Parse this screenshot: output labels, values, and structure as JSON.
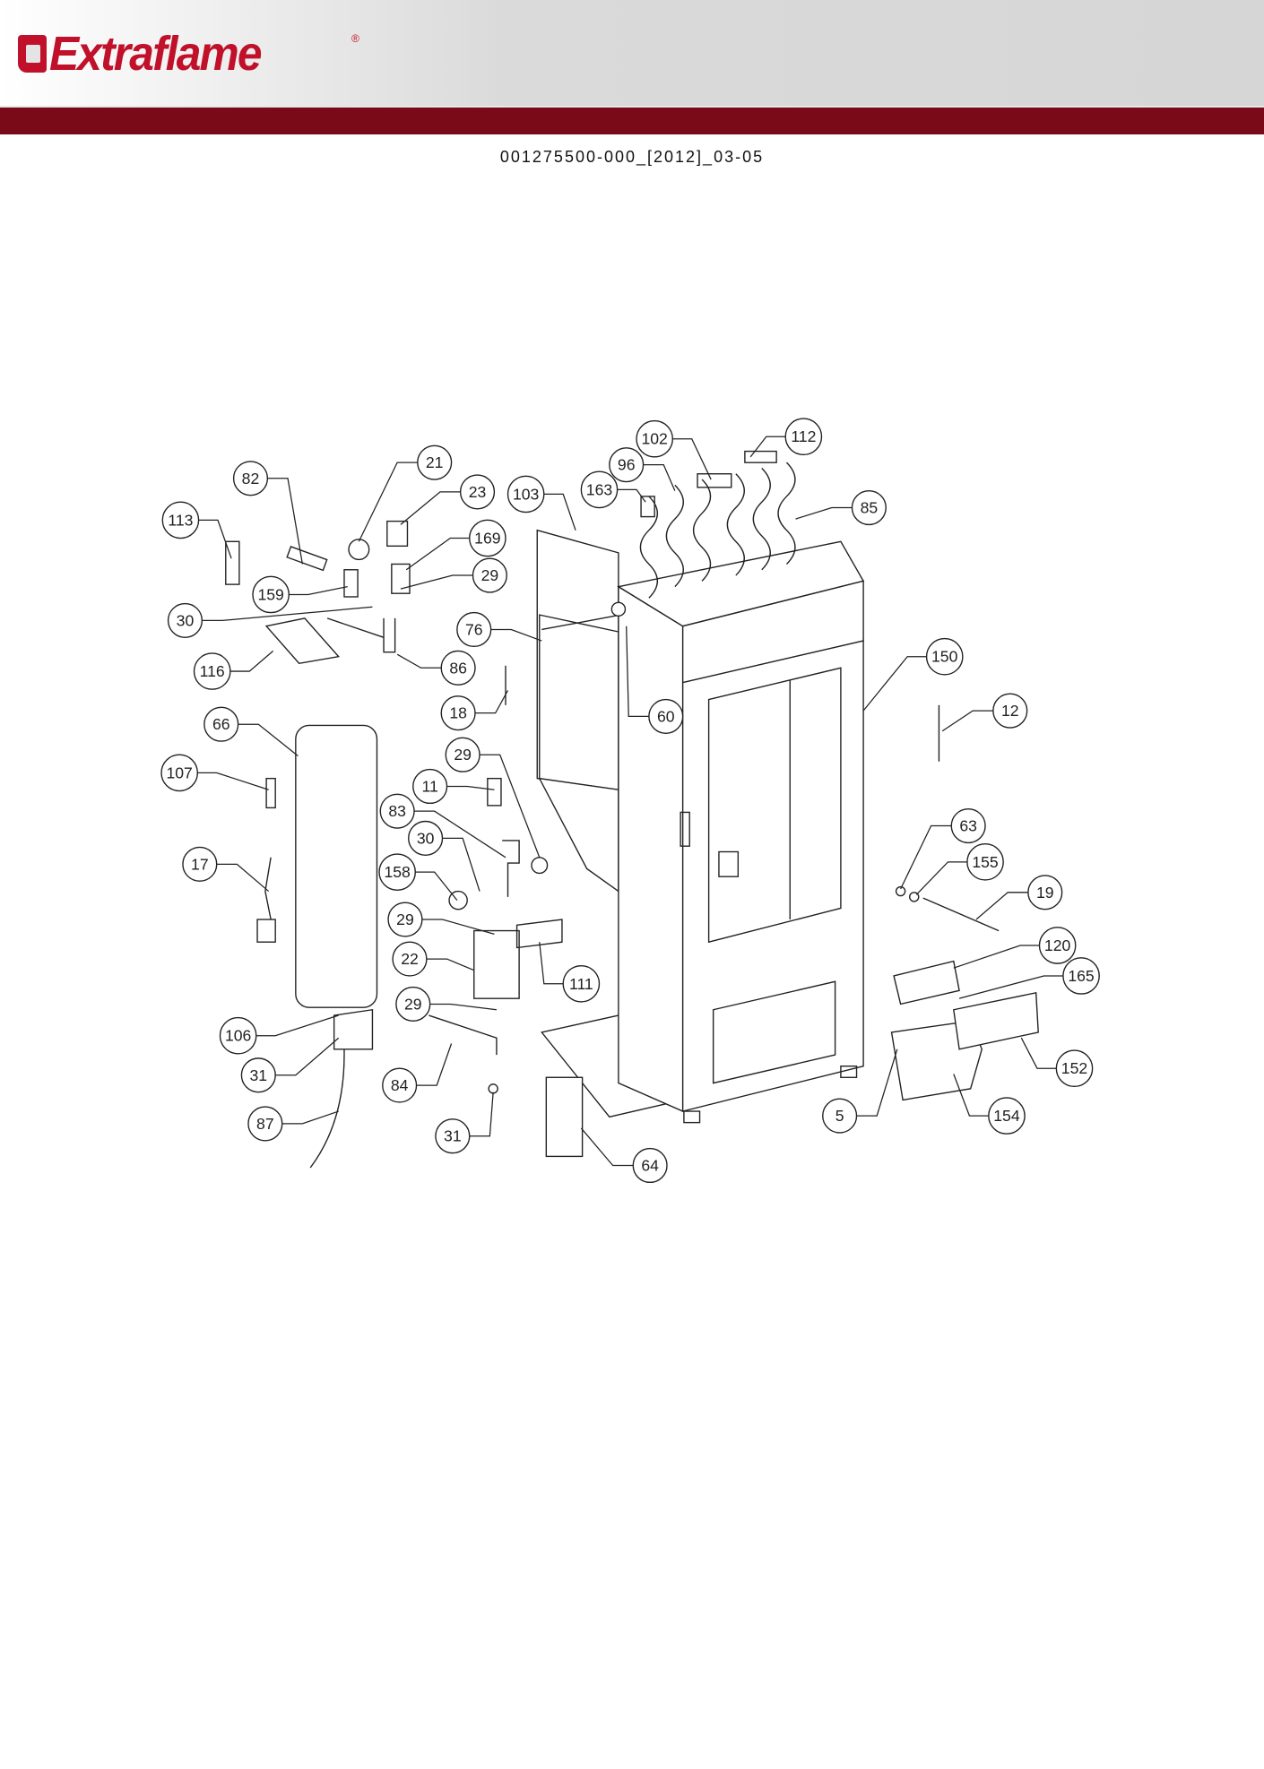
{
  "header": {
    "brand": "Extraflame",
    "brand_color": "#c0102a",
    "bar_color": "#7a0a18",
    "document_number": "001275500-000_[2012]_03-05"
  },
  "callouts": [
    "82",
    "21",
    "23",
    "113",
    "103",
    "163",
    "96",
    "102",
    "112",
    "85",
    "169",
    "29",
    "159",
    "30",
    "76",
    "86",
    "116",
    "150",
    "18",
    "60",
    "12",
    "66",
    "29",
    "107",
    "11",
    "83",
    "30",
    "63",
    "17",
    "158",
    "155",
    "19",
    "29",
    "120",
    "22",
    "111",
    "165",
    "29",
    "106",
    "152",
    "31",
    "84",
    "5",
    "154",
    "87",
    "31",
    "64"
  ]
}
